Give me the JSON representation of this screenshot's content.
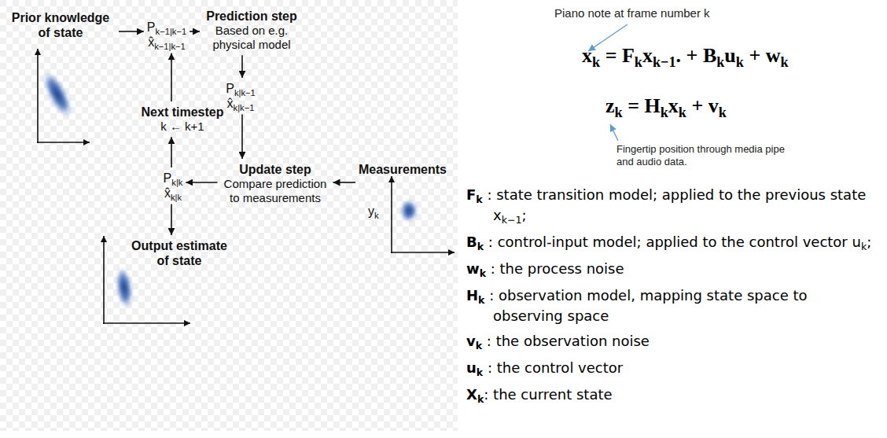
{
  "diagram": {
    "nodes": [
      {
        "text": [
          "Prior knowledge of state"
        ]
      },
      {
        "text": [
          "Pk−1|k−1",
          "x̂k−1|k−1"
        ]
      },
      {
        "text": [
          "Prediction step",
          "Based on e.g. physical model"
        ]
      },
      {
        "text": [
          "Pk|k−1",
          "x̂k|k−1"
        ]
      },
      {
        "text": [
          "Update step",
          "Compare prediction to measurements"
        ]
      },
      {
        "text": [
          "Measurements",
          "yk"
        ]
      },
      {
        "text": [
          "Pk|k",
          "x̂k|k"
        ]
      },
      {
        "text": [
          "Next timestep",
          "k ← k+1"
        ]
      },
      {
        "text": [
          "Output estimate of state"
        ]
      }
    ],
    "edges": [
      {
        "from": 0,
        "to": 1,
        "arrow": "to"
      },
      {
        "from": 1,
        "to": 2,
        "arrow": "to"
      },
      {
        "from": 2,
        "to": 3,
        "arrow": "to"
      },
      {
        "from": 3,
        "to": 4,
        "arrow": "to"
      },
      {
        "from": 5,
        "to": 4,
        "arrow": "to"
      },
      {
        "from": 4,
        "to": 6,
        "arrow": "to"
      },
      {
        "from": 6,
        "to": 7,
        "arrow": "to"
      },
      {
        "from": 7,
        "to": 1,
        "arrow": "to"
      },
      {
        "from": 6,
        "to": 8,
        "arrow": "to"
      }
    ],
    "labels": [
      "Piano note at frame number k",
      "xk = Fkxk−1. + Bkuk + wk",
      "zk = Hkxk + vk",
      "Fingertip position through media pipe and audio data.",
      "Fk : state transition model; applied to the previous state xk−1;",
      "Bk : control-input model; applied to the control vector uk;",
      "wk : the process noise",
      "Hk : observation model, mapping state space to observing space",
      "vk : the observation noise",
      "uk : the control vector",
      "Xk: the current state"
    ]
  }
}
